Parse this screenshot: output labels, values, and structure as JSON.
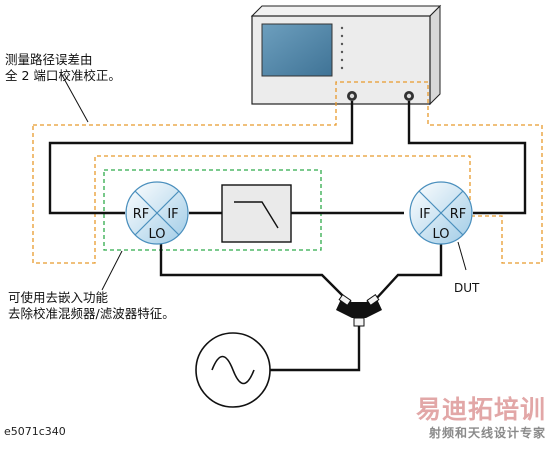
{
  "annotations": {
    "error_correction_line1": "测量路径误差由",
    "error_correction_line2": "全 2 端口校准校正。",
    "de_embed_line1": "可使用去嵌入功能",
    "de_embed_line2": "去除校准混频器/滤波器特征。"
  },
  "mixer_left": {
    "rf": "RF",
    "if": "IF",
    "lo": "LO"
  },
  "mixer_right": {
    "if": "IF",
    "rf": "RF",
    "lo": "LO"
  },
  "dut_label": "DUT",
  "figure_id": "e5071c340",
  "watermark": {
    "title": "易迪拓培训",
    "subtitle": "射频和天线设计专家"
  },
  "colors": {
    "dashed_orange": "#e89a2c",
    "dashed_green": "#2faa4a",
    "mixer_fill": "#cfe6f4",
    "screen_fill": "#5a8fb0",
    "wire": "#111111"
  }
}
